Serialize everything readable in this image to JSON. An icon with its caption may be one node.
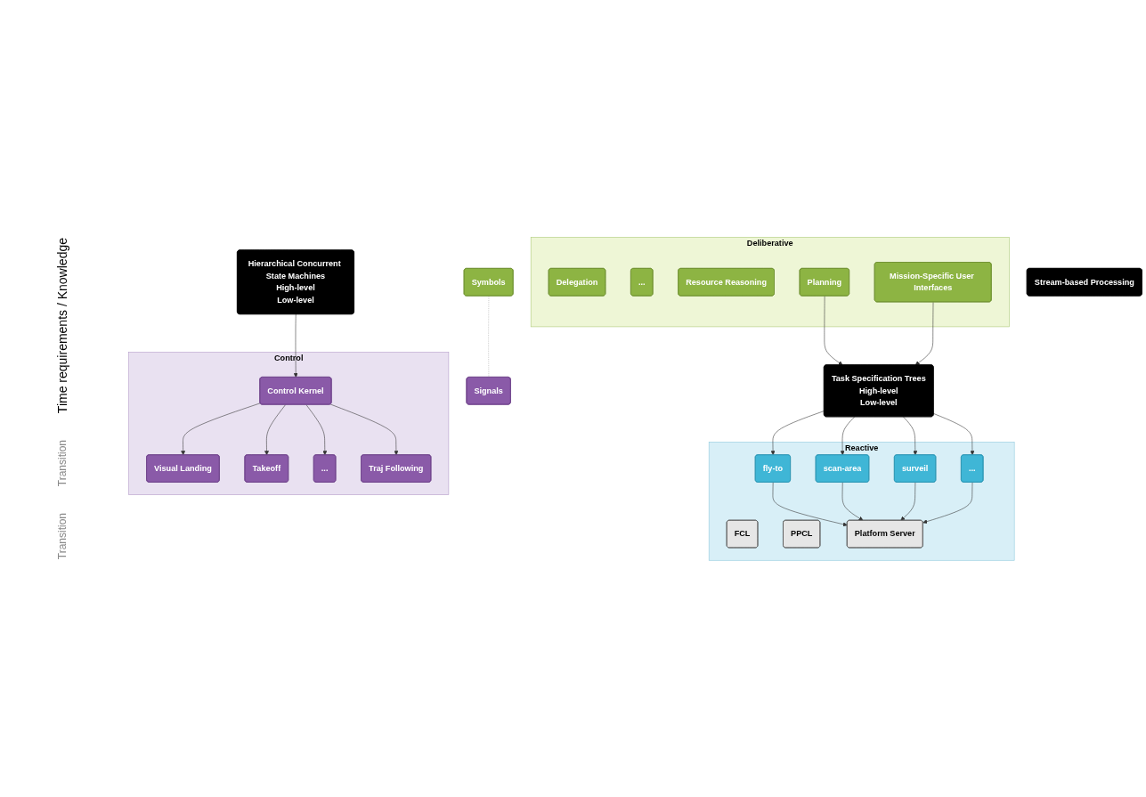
{
  "diagram": {
    "nodes": [
      {
        "text": [
          "Deliberative"
        ]
      },
      {
        "text": [
          "Delegation"
        ],
        "in": 0
      },
      {
        "text": [
          "..."
        ],
        "in": 0
      },
      {
        "text": [
          "Resource Reasoning"
        ],
        "in": 0
      },
      {
        "text": [
          "Planning"
        ],
        "in": 0
      },
      {
        "text": [
          "Mission-Specific User Interfaces"
        ],
        "in": 0
      },
      {
        "text": [
          "Task Specification Trees",
          "High-level",
          "Low-level"
        ]
      },
      {
        "text": [
          "Reactive"
        ]
      },
      {
        "text": [
          "fly-to"
        ],
        "in": 7
      },
      {
        "text": [
          "scan-area"
        ],
        "in": 7
      },
      {
        "text": [
          "surveil"
        ],
        "in": 7
      },
      {
        "text": [
          "..."
        ],
        "in": 7
      },
      {
        "text": [
          "FCL"
        ],
        "in": 7
      },
      {
        "text": [
          "PPCL"
        ],
        "in": 7
      },
      {
        "text": [
          "Platform Server"
        ],
        "in": 7
      },
      {
        "text": [
          "Hierarchical Concurrent State Machines",
          "High-level",
          "Low-level"
        ]
      },
      {
        "text": [
          "Control"
        ]
      },
      {
        "text": [
          "Control Kernel"
        ],
        "in": 16
      },
      {
        "text": [
          "Visual Landing"
        ],
        "in": 16
      },
      {
        "text": [
          "Takeoff"
        ],
        "in": 16
      },
      {
        "text": [
          "..."
        ],
        "in": 16
      },
      {
        "text": [
          "Traj Following"
        ],
        "in": 16
      },
      {
        "text": [
          "Symbols"
        ]
      },
      {
        "text": [
          "Stream-based Processing"
        ]
      },
      {
        "text": [
          "Signals"
        ]
      }
    ],
    "edges": [
      {
        "from": 4,
        "to": 6,
        "arrow": "to"
      },
      {
        "from": 5,
        "to": 6,
        "arrow": "to"
      },
      {
        "from": 6,
        "to": 8,
        "arrow": "to"
      },
      {
        "from": 6,
        "to": 9,
        "arrow": "to"
      },
      {
        "from": 6,
        "to": 10,
        "arrow": "to"
      },
      {
        "from": 6,
        "to": 11,
        "arrow": "to"
      },
      {
        "from": 8,
        "to": 14,
        "arrow": "to"
      },
      {
        "from": 9,
        "to": 14,
        "arrow": "to"
      },
      {
        "from": 10,
        "to": 14,
        "arrow": "to"
      },
      {
        "from": 11,
        "to": 14,
        "arrow": "to"
      },
      {
        "from": 15,
        "to": 17,
        "arrow": "to"
      },
      {
        "from": 17,
        "to": 18,
        "arrow": "to"
      },
      {
        "from": 17,
        "to": 19,
        "arrow": "to"
      },
      {
        "from": 17,
        "to": 20,
        "arrow": "to"
      },
      {
        "from": 17,
        "to": 21,
        "arrow": "to"
      },
      {
        "from": 22,
        "to": 24,
        "arrow": "none",
        "style": "dashed",
        "color": "#aaaaaa"
      }
    ],
    "labels": [
      "Time requirements / Knowledge",
      "Transition",
      "Transition"
    ]
  }
}
